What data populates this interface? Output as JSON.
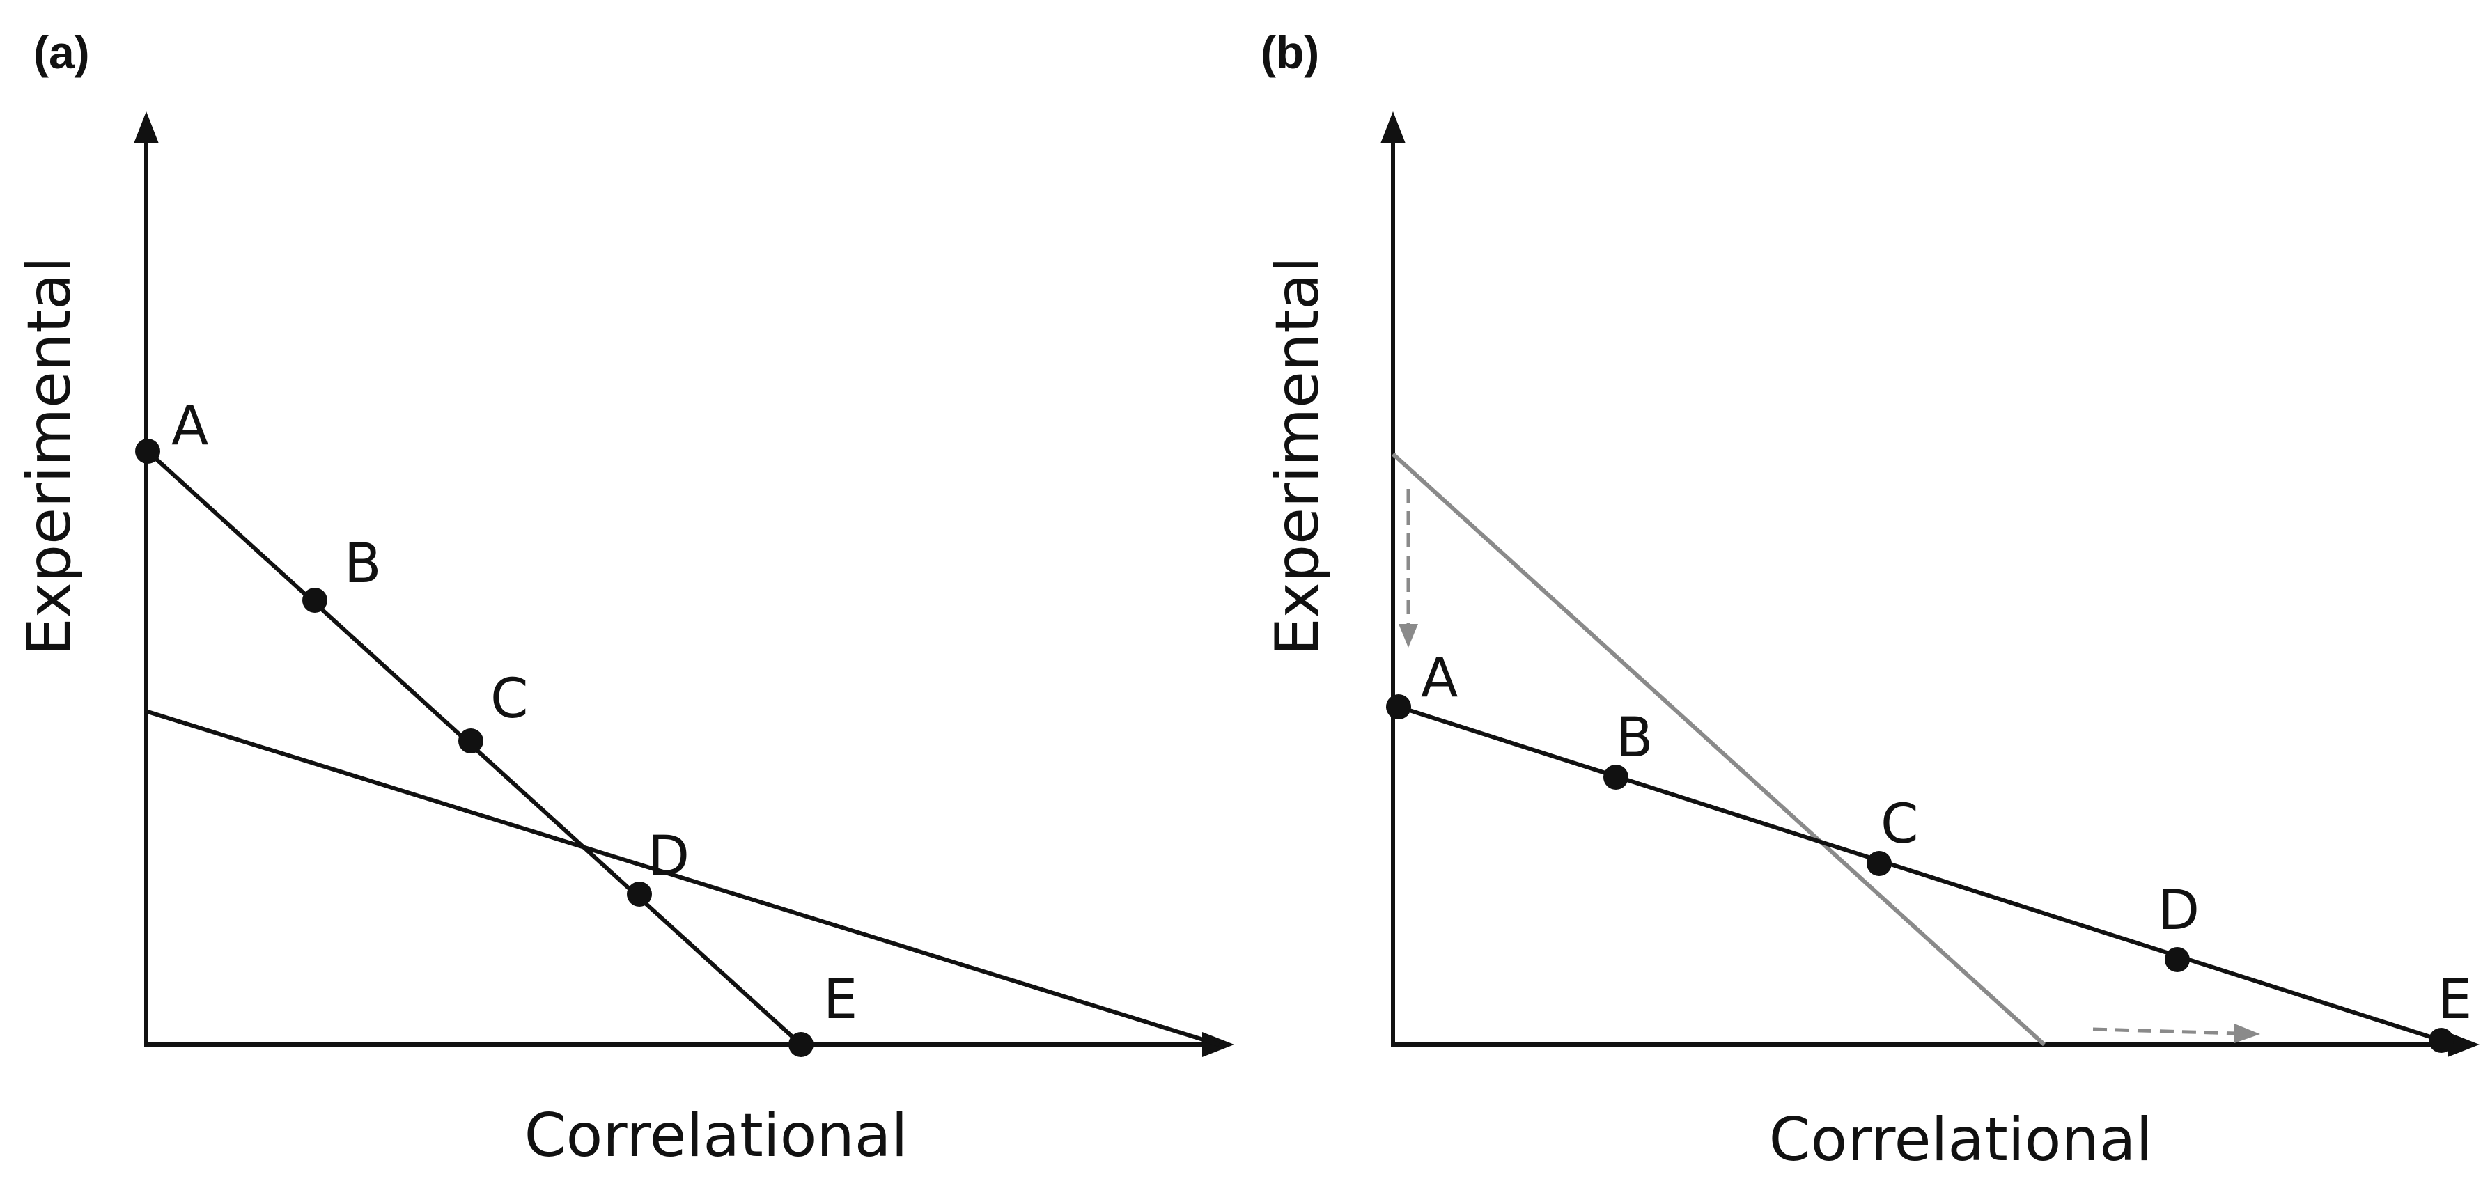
{
  "colors": {
    "ink": "#111111",
    "gray_line": "#8a8a8a",
    "background": "#ffffff"
  },
  "panel_a": {
    "label": "(a)",
    "x_axis_label": "Correlational",
    "y_axis_label": "Experimental",
    "points": [
      {
        "id": "A",
        "label": "A"
      },
      {
        "id": "B",
        "label": "B"
      },
      {
        "id": "C",
        "label": "C"
      },
      {
        "id": "D",
        "label": "D"
      },
      {
        "id": "E",
        "label": "E"
      }
    ],
    "lines": [
      "steep-frontier",
      "shallow-frontier"
    ]
  },
  "panel_b": {
    "label": "(b)",
    "x_axis_label": "Correlational",
    "y_axis_label": "Experimental",
    "points": [
      {
        "id": "A",
        "label": "A"
      },
      {
        "id": "B",
        "label": "B"
      },
      {
        "id": "C",
        "label": "C"
      },
      {
        "id": "D",
        "label": "D"
      },
      {
        "id": "E",
        "label": "E"
      }
    ],
    "lines": [
      "previous-frontier-gray",
      "new-frontier"
    ],
    "arrows": [
      "downward-shift-arrow",
      "rightward-shift-arrow"
    ]
  }
}
